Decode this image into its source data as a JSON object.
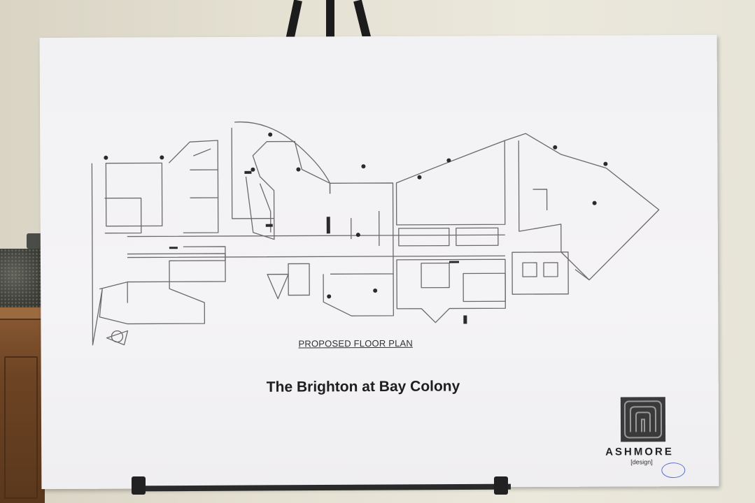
{
  "board": {
    "plan_caption": "PROPOSED FLOOR PLAN",
    "title": "The Brighton at Bay Colony",
    "logo_name": "ASHMORE",
    "logo_sub": "[design]"
  },
  "colors": {
    "board": "#f2f1f3",
    "plan_line": "#5a5a5a",
    "easel": "#1c1c1c",
    "cabinet_wood": "#6d4424"
  }
}
